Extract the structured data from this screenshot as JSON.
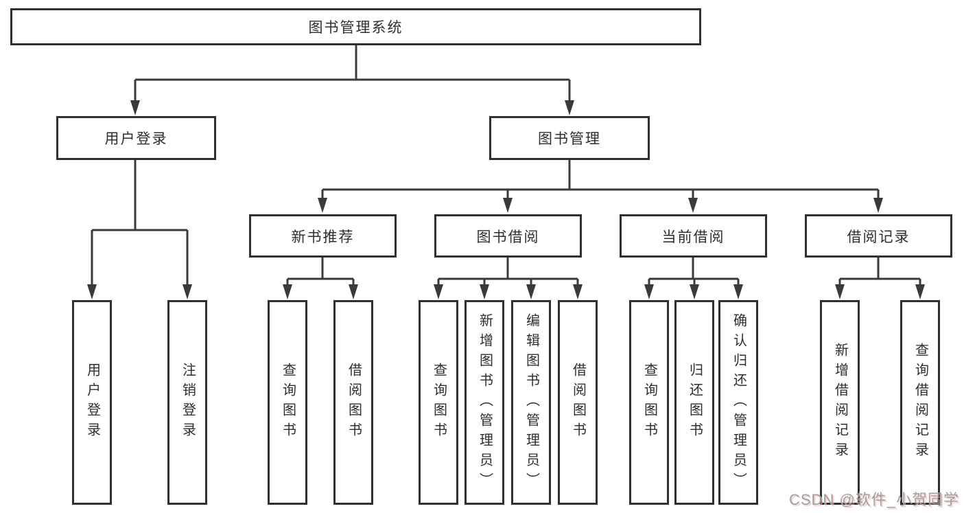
{
  "diagram": {
    "root": {
      "label": "图书管理系统"
    },
    "branches": [
      {
        "label": "用户登录"
      },
      {
        "label": "图书管理"
      }
    ],
    "modules": [
      {
        "label": "新书推荐"
      },
      {
        "label": "图书借阅"
      },
      {
        "label": "当前借阅"
      },
      {
        "label": "借阅记录"
      }
    ],
    "leaves": [
      {
        "label": "用户登录"
      },
      {
        "label": "注销登录"
      },
      {
        "label": "查询图书"
      },
      {
        "label": "借阅图书"
      },
      {
        "label": "查询图书"
      },
      {
        "label": "新增图书（管理员）"
      },
      {
        "label": "编辑图书（管理员）"
      },
      {
        "label": "借阅图书"
      },
      {
        "label": "查询图书"
      },
      {
        "label": "归还图书"
      },
      {
        "label": "确认归还（管理员）"
      },
      {
        "label": "新增借阅记录"
      },
      {
        "label": "查询借阅记录"
      }
    ]
  },
  "colors": {
    "line": "#3a3a3a",
    "border": "#2f2f2f",
    "text": "#2e2e2e",
    "background": "#ffffff",
    "watermark": "#9f9f9f"
  },
  "watermark": {
    "text": "CSDN @软件_小贺同学"
  }
}
